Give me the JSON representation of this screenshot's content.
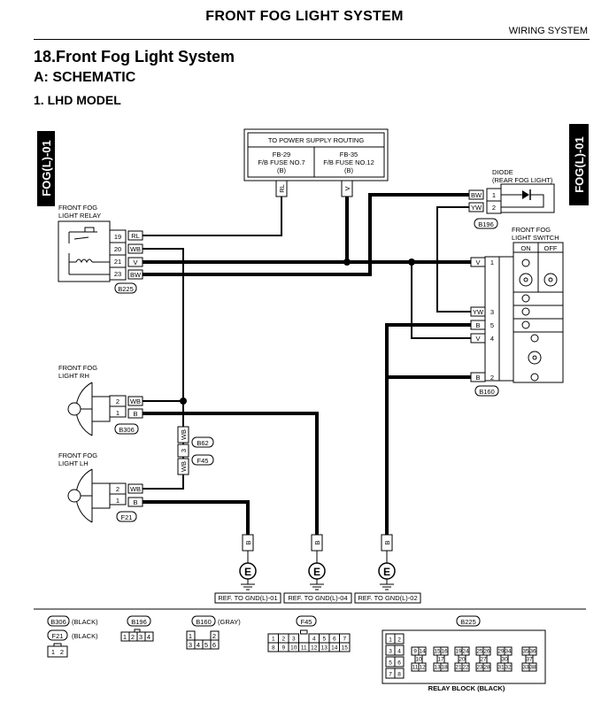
{
  "header": {
    "title": "FRONT FOG LIGHT SYSTEM",
    "subtitle": "WIRING SYSTEM"
  },
  "section": {
    "title": "18.Front Fog Light System",
    "subtitle": "A:  SCHEMATIC",
    "model": "1.  LHD MODEL"
  },
  "side_tabs": {
    "left": "FOG(L)-01",
    "right": "FOG(L)-01"
  },
  "power_box": {
    "title": "TO POWER SUPPLY ROUTING",
    "left": {
      "line1": "FB-29",
      "line2": "F/B FUSE NO.7",
      "line3": "(B)",
      "wire": "RL"
    },
    "right": {
      "line1": "FB-35",
      "line2": "F/B FUSE NO.12",
      "line3": "(B)",
      "wire": "V"
    }
  },
  "relay": {
    "label_line1": "FRONT FOG",
    "label_line2": "LIGHT RELAY",
    "connector": "B225",
    "pins": [
      {
        "pin": "19",
        "wire": "RL"
      },
      {
        "pin": "20",
        "wire": "WB"
      },
      {
        "pin": "21",
        "wire": "V"
      },
      {
        "pin": "23",
        "wire": "BW"
      }
    ]
  },
  "diode": {
    "label_line1": "DIODE",
    "label_line2": "(REAR FOG LIGHT)",
    "connector": "B196",
    "pins": [
      {
        "pin": "1",
        "wire": "BW"
      },
      {
        "pin": "2",
        "wire": "YW"
      }
    ]
  },
  "switch": {
    "label_line1": "FRONT FOG",
    "label_line2": "LIGHT SWITCH",
    "on": "ON",
    "off": "OFF",
    "connector": "B160",
    "pins": [
      {
        "pin": "1",
        "wire": "V"
      },
      {
        "pin": "3",
        "wire": "YW"
      },
      {
        "pin": "5",
        "wire": "B"
      },
      {
        "pin": "4",
        "wire": "V"
      },
      {
        "pin": "2",
        "wire": "B"
      }
    ]
  },
  "light_rh": {
    "label_line1": "FRONT FOG",
    "label_line2": "LIGHT RH",
    "connector": "B306",
    "pins": [
      {
        "pin": "2",
        "wire": "WB"
      },
      {
        "pin": "1",
        "wire": "B"
      }
    ]
  },
  "light_lh": {
    "label_line1": "FRONT FOG",
    "label_line2": "LIGHT LH",
    "connector": "F21",
    "pins": [
      {
        "pin": "2",
        "wire": "WB"
      },
      {
        "pin": "1",
        "wire": "B"
      }
    ]
  },
  "joint": {
    "pin": "3",
    "wire_top": "WB",
    "wire_bottom": "WB",
    "conn_top": "B62",
    "conn_bottom": "F45"
  },
  "grounds": [
    {
      "wire": "B",
      "symbol": "E",
      "ref": "REF. TO GND(L)-01"
    },
    {
      "wire": "B",
      "symbol": "E",
      "ref": "REF. TO GND(L)-04"
    },
    {
      "wire": "B",
      "symbol": "E",
      "ref": "REF. TO GND(L)-02"
    }
  ],
  "legend": {
    "b306": {
      "id": "B306",
      "color": "(BLACK)"
    },
    "f21": {
      "id": "F21",
      "color": "(BLACK)",
      "pins": [
        "1",
        "2"
      ]
    },
    "b196": {
      "id": "B196",
      "pins": [
        "1",
        "2",
        "3",
        "4"
      ]
    },
    "b160": {
      "id": "B160",
      "color": "(GRAY)",
      "row1": [
        "1",
        "2"
      ],
      "row2": [
        "3",
        "4",
        "5",
        "6"
      ]
    },
    "f45": {
      "id": "F45",
      "row1": [
        "1",
        "2",
        "3",
        "",
        "4",
        "5",
        "6",
        "7"
      ],
      "row2": [
        "8",
        "9",
        "10",
        "11",
        "12",
        "13",
        "14",
        "15"
      ]
    },
    "b225": {
      "id": "B225",
      "caption": "RELAY BLOCK (BLACK)",
      "col1": [
        "1",
        "2",
        "3",
        "4",
        "5",
        "6",
        "7",
        "8"
      ],
      "r1": [
        "9",
        "14",
        "15",
        "16",
        "19",
        "24",
        "25",
        "26",
        "29",
        "34",
        "35",
        "36"
      ],
      "r2": [
        "10",
        "17",
        "20",
        "27",
        "30",
        "37"
      ],
      "r3": [
        "11",
        "12",
        "13",
        "18",
        "21",
        "22",
        "23",
        "28",
        "31",
        "32",
        "33",
        "38"
      ]
    }
  }
}
